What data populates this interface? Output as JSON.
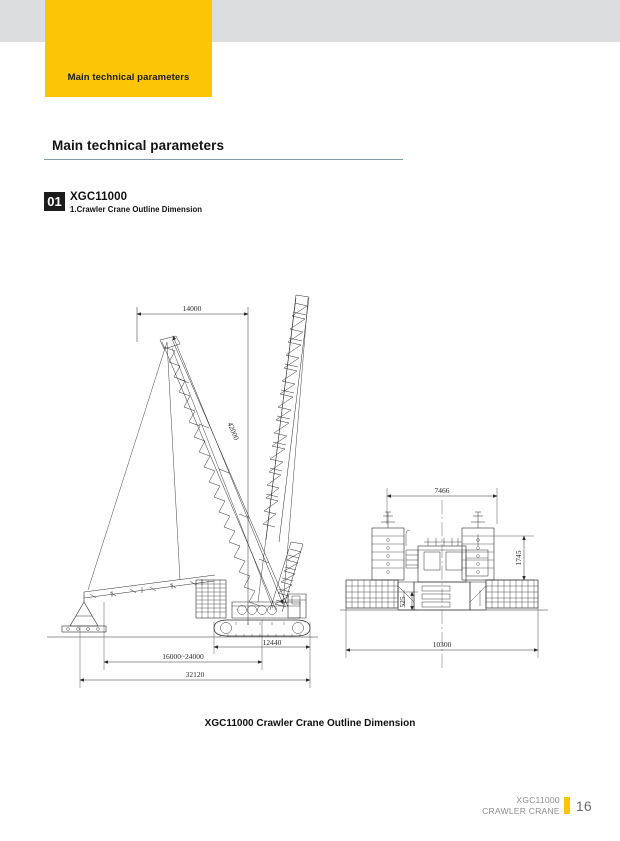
{
  "header": {
    "tab_label": "Main technical parameters",
    "grey_band_color": "#dcdddf",
    "accent_color": "#fcc606"
  },
  "section": {
    "title": "Main technical parameters",
    "rule_color": "#7e9aad"
  },
  "item": {
    "number": "01",
    "title": "XGC11000",
    "subtitle": "1.Crawler Crane Outline Dimension"
  },
  "figure": {
    "caption": "XGC11000 Crawler Crane Outline Dimension",
    "side_view": {
      "dim_top_width": "14000",
      "dim_boom_length": "42000",
      "dim_track_length": "12440",
      "dim_counterweight_radius": "16000~24000",
      "dim_overall_length": "32120"
    },
    "rear_view": {
      "dim_top_width": "7466",
      "dim_height": "1745",
      "dim_ground_clearance": "525",
      "dim_overall_width": "10300"
    }
  },
  "footer": {
    "model_line1": "XGC11000",
    "model_line2": "CRAWLER CRANE",
    "page_number": "16",
    "bar_color": "#fcc606"
  }
}
